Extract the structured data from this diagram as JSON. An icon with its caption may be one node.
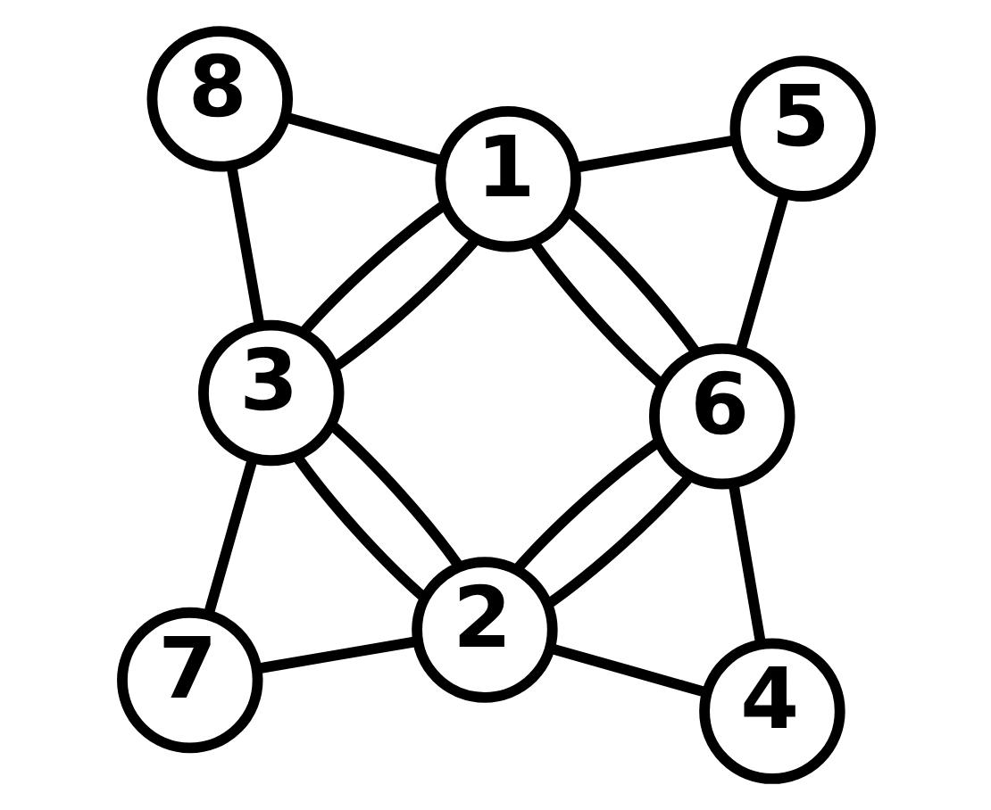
{
  "diagram": {
    "nodes": [
      {
        "text": [
          "8"
        ]
      },
      {
        "text": [
          "5"
        ]
      },
      {
        "text": [
          "1"
        ]
      },
      {
        "text": [
          "3"
        ]
      },
      {
        "text": [
          "6"
        ]
      },
      {
        "text": [
          "2"
        ]
      },
      {
        "text": [
          "7"
        ]
      },
      {
        "text": [
          "4"
        ]
      }
    ],
    "edges": [
      {
        "from": 0,
        "to": 2,
        "arrow": "none"
      },
      {
        "from": 0,
        "to": 3,
        "arrow": "none"
      },
      {
        "from": 1,
        "to": 2,
        "arrow": "none"
      },
      {
        "from": 1,
        "to": 4,
        "arrow": "none"
      },
      {
        "from": 2,
        "to": 3,
        "arrow": "none"
      },
      {
        "from": 2,
        "to": 3,
        "arrow": "none"
      },
      {
        "from": 2,
        "to": 4,
        "arrow": "none"
      },
      {
        "from": 2,
        "to": 4,
        "arrow": "none"
      },
      {
        "from": 3,
        "to": 5,
        "arrow": "none"
      },
      {
        "from": 3,
        "to": 5,
        "arrow": "none"
      },
      {
        "from": 4,
        "to": 5,
        "arrow": "none"
      },
      {
        "from": 4,
        "to": 5,
        "arrow": "none"
      },
      {
        "from": 3,
        "to": 6,
        "arrow": "none"
      },
      {
        "from": 5,
        "to": 6,
        "arrow": "none"
      },
      {
        "from": 4,
        "to": 7,
        "arrow": "none"
      },
      {
        "from": 5,
        "to": 7,
        "arrow": "none"
      }
    ]
  }
}
